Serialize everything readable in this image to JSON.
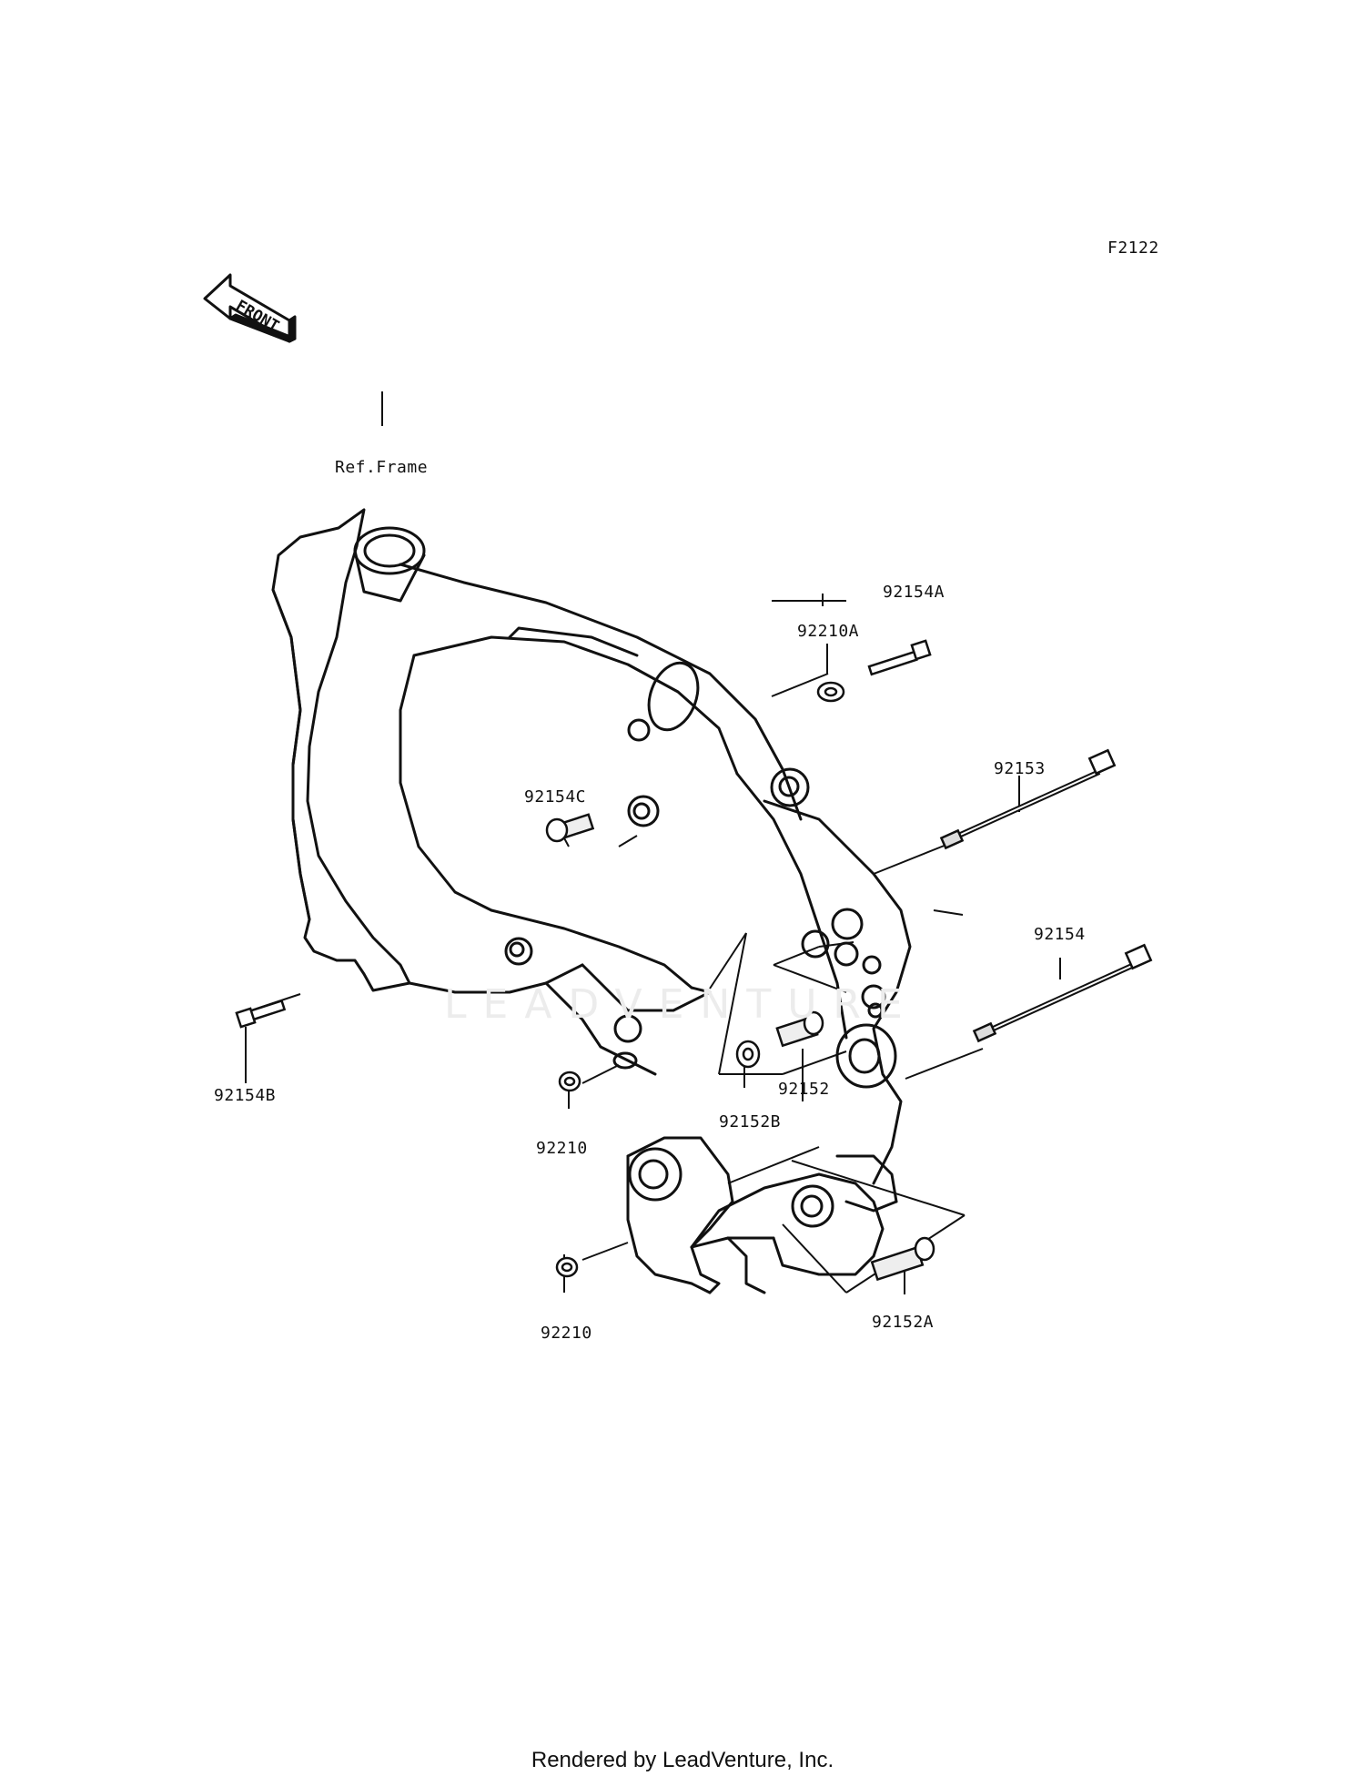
{
  "diagram_code": "F2122",
  "front_arrow": {
    "text": "FRONT",
    "icon": "front-direction-arrow-icon"
  },
  "ref_frame_label": "Ref.Frame",
  "watermark": "LEADVENTURE",
  "parts": {
    "p92154A": "92154A",
    "p92210A": "92210A",
    "p92153": "92153",
    "p92154C": "92154C",
    "p92154": "92154",
    "p92154B": "92154B",
    "p92152": "92152",
    "p92152B": "92152B",
    "p92210_upper": "92210",
    "p92210_lower": "92210",
    "p92152A": "92152A"
  },
  "footer": "Rendered by LeadVenture, Inc."
}
